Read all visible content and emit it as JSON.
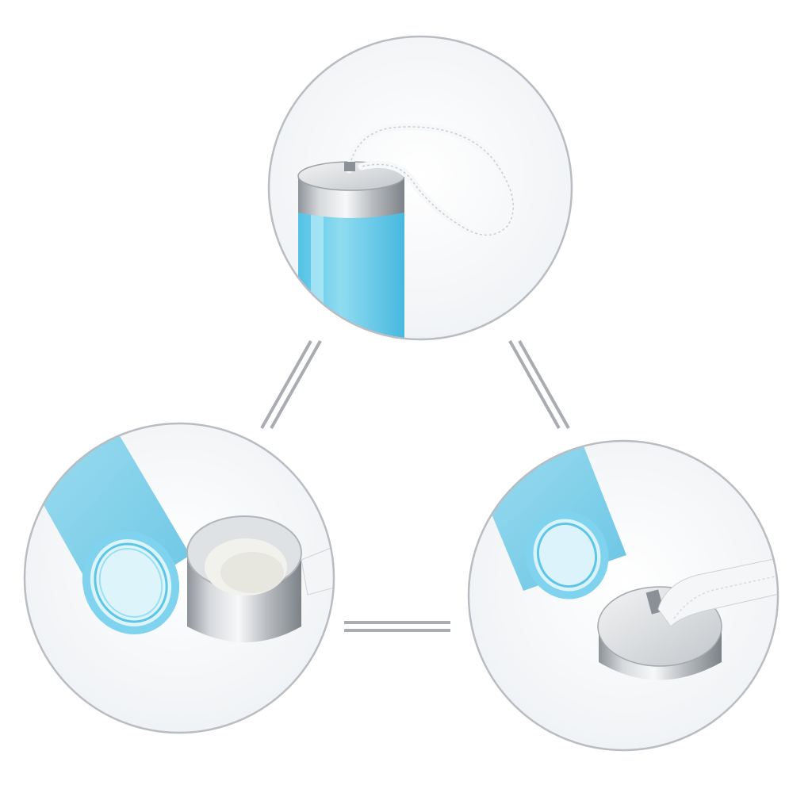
{
  "colors": {
    "background": "#ffffff",
    "circle_outline": "#b9bdc2",
    "connector": "#a9adb1",
    "bottle_blue": "#6fd0ea",
    "bottle_blue_dark": "#3fb3d8",
    "steel_light": "#e8eaec",
    "steel_dark": "#8f949a",
    "strap": "#f4f6f8",
    "liner_white": "#f3f3ef"
  },
  "panels": [
    {
      "id": "top",
      "subject": "bottle-with-steel-cap-and-strap"
    },
    {
      "id": "bottom-left",
      "subject": "open-bottle-neck-and-cap-interior"
    },
    {
      "id": "bottom-right",
      "subject": "open-bottle-neck-and-cap-top"
    }
  ]
}
